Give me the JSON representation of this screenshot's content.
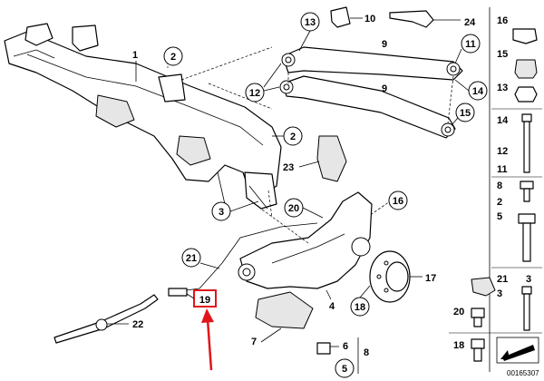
{
  "callouts": {
    "c1": "1",
    "c2a": "2",
    "c2b": "2",
    "c3": "3",
    "c4": "4",
    "c5": "5",
    "c6": "6",
    "c7": "7",
    "c8": "8",
    "c9a": "9",
    "c9b": "9",
    "c10": "10",
    "c11": "11",
    "c12": "12",
    "c13": "13",
    "c14": "14",
    "c15": "15",
    "c16": "16",
    "c17": "17",
    "c18": "18",
    "c19": "19",
    "c20": "20",
    "c21": "21",
    "c22": "22",
    "c23": "23",
    "c24": "24"
  },
  "legend": [
    {
      "label": "16",
      "icon": "clip-icon"
    },
    {
      "label": "15",
      "icon": "rubber-bushing-icon"
    },
    {
      "label": "13",
      "icon": "nut-icon"
    },
    {
      "label": "14",
      "icon": "long-bolt-icon"
    },
    {
      "label": "12",
      "icon": ""
    },
    {
      "label": "11",
      "icon": ""
    },
    {
      "label": "8",
      "icon": "hex-bolt-icon"
    },
    {
      "label": "2",
      "icon": ""
    },
    {
      "label": "5",
      "icon": "hex-bolt-long-icon"
    },
    {
      "label": "3",
      "icon": "bolt-icon"
    },
    {
      "label": "21",
      "icon": "bracket-icon"
    },
    {
      "label": "3",
      "icon": "bolt-icon"
    },
    {
      "label": "20",
      "icon": "short-bolt-icon"
    },
    {
      "label": "18",
      "icon": "self-locking-bolt-icon"
    }
  ],
  "highlight": {
    "label": "19",
    "color": "#e0161b"
  },
  "doc_number": "00165307"
}
